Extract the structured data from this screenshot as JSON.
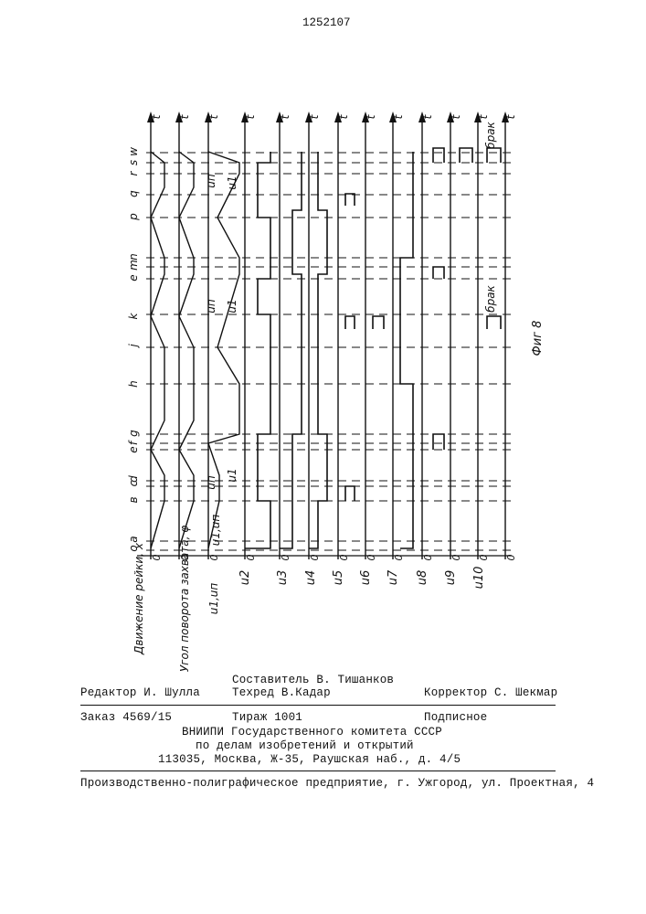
{
  "document_number": "1252107",
  "figure": {
    "signal_labels": [
      "u2",
      "u3",
      "u4",
      "u5",
      "u6",
      "u7",
      "u8",
      "u9",
      "u10"
    ],
    "row_axis_labels": [
      "Движение рейки, x",
      "Угол поворота захвата, φ",
      "u1,uп"
    ],
    "time_label": "t",
    "zero_label": "0",
    "phase_labels": [
      "o",
      "a",
      "в",
      "c",
      "d",
      "e",
      "f",
      "g",
      "h",
      "j",
      "k",
      "e",
      "m",
      "n",
      "p",
      "q",
      "r",
      "s",
      "w"
    ],
    "curve_labels": {
      "un": "uп",
      "u1": "u1",
      "u1un": "u1,uп"
    },
    "defect_label": "брак",
    "caption": "Фиг 8"
  },
  "footer": {
    "compiler": "Составитель В. Тишанков",
    "editor": "Редактор И. Шулла",
    "techred": "Техред В.Кадар",
    "corrector": "Корректор С. Шекмар",
    "order": "Заказ 4569/15",
    "circulation": "Тираж 1001",
    "subscription": "Подписное",
    "org_line1": "ВНИИПИ Государственного комитета СССР",
    "org_line2": "по делам изобретений и открытий",
    "address": "113035, Москва, Ж-35, Раушская наб., д. 4/5",
    "printer": "Производственно-полиграфическое предприятие, г. Ужгород, ул. Проектная, 4"
  }
}
